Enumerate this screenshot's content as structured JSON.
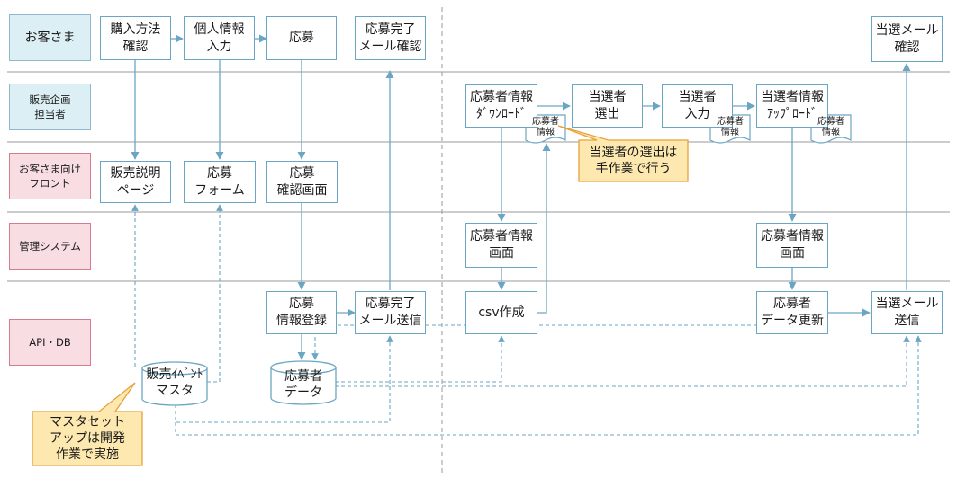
{
  "lanes": {
    "customer": "お客さま",
    "planner": "販売企画\n担当者",
    "front": "お客さま向け\nフロント",
    "mgmt": "管理システム",
    "api": "API・DB"
  },
  "boxes": {
    "purchase_method": "購入方法\n確認",
    "personal_info": "個人情報\n入力",
    "apply": "応募",
    "apply_mail_confirm": "応募完了\nメール確認",
    "winner_mail_confirm": "当選メール\n確認",
    "applicant_download": "応募者情報\nﾀﾞｳﾝﾛｰﾄﾞ",
    "winner_select": "当選者\n選出",
    "winner_input": "当選者\n入力",
    "applicant_upload": "当選者情報\nｱｯﾌﾟﾛｰﾄﾞ",
    "sales_page": "販売説明\nページ",
    "apply_form": "応募\nフォーム",
    "apply_confirm_screen": "応募\n確認画面",
    "applicant_screen_1": "応募者情報\n画面",
    "applicant_screen_2": "応募者情報\n画面",
    "apply_info_register": "応募\n情報登録",
    "apply_mail_send": "応募完了\nメール送信",
    "csv_create": "csv作成",
    "applicant_data_update": "応募者\nデータ更新",
    "winner_mail_send": "当選メール\n送信"
  },
  "docs": {
    "doc1": "応募者\n情報",
    "doc2": "応募者\n情報",
    "doc3": "応募者\n情報"
  },
  "databases": {
    "event_master": "販売ｲﾍﾞﾝﾄ\nマスタ",
    "applicant_data": "応募者\nデータ"
  },
  "notes": {
    "winner_manual": "当選者の選出は\n手作業で行う",
    "master_setup": "マスタセット\nアップは開発\n作業で実施"
  },
  "colors": {
    "flow_line": "#6aa6c4",
    "lane_blue_fill": "#dceff4",
    "lane_pink_fill": "#f8dde3",
    "lane_pink_border": "#d97b8e",
    "note_fill": "#fde8b0",
    "note_border": "#e8a23a"
  }
}
